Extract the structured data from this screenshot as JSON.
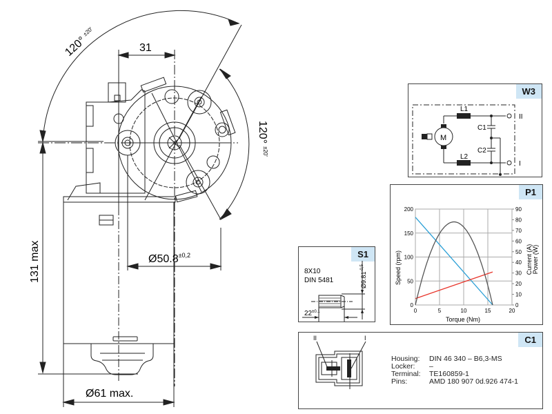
{
  "drawing": {
    "angle_top": {
      "value": "120°",
      "tolerance": "±20'"
    },
    "angle_right": {
      "value": "120°",
      "tolerance": "±20'"
    },
    "dim_offset": "31",
    "dim_height": "131 max",
    "dim_bolt_circle": {
      "value": "Ø50.8",
      "tolerance": "±0,2"
    },
    "dim_housing_diameter": "Ø61 max."
  },
  "panels": {
    "w3": {
      "badge": "W3",
      "labels": {
        "l1": "L1",
        "l2": "L2",
        "c1": "C1",
        "c2": "C2",
        "motor": "M",
        "terminal_ii": "II",
        "terminal_i": "I"
      }
    },
    "p1": {
      "badge": "P1"
    },
    "s1": {
      "badge": "S1",
      "spline": "8X10",
      "standard": "DIN 5481",
      "diameter": "Ø9.81",
      "diameter_tol": "-0,5",
      "length": "22",
      "length_tol": "±0.1"
    },
    "c1": {
      "badge": "C1",
      "pin_labels": {
        "ii": "II",
        "i": "I"
      },
      "rows": [
        {
          "key": "Housing:",
          "value": "DIN 46 340 – B6,3-MS"
        },
        {
          "key": "Locker:",
          "value": "–"
        },
        {
          "key": "Terminal:",
          "value": "TE160859-1"
        },
        {
          "key": "Pins:",
          "value": "AMD 180 907 0d.926 474-1"
        }
      ]
    }
  },
  "chart_data": {
    "type": "line",
    "title": "P1",
    "xlabel": "Torque (Nm)",
    "ylabel": "Speed (rpm)",
    "y2label": [
      "Current (A)",
      "Power (W)"
    ],
    "xlim": [
      0,
      20
    ],
    "ylim": [
      0,
      200
    ],
    "y2lim": [
      0,
      90
    ],
    "xticks": [
      0,
      5,
      10,
      15,
      20
    ],
    "yticks": [
      0,
      50,
      100,
      150,
      200
    ],
    "y2ticks": [
      0,
      10,
      20,
      30,
      40,
      50,
      60,
      70,
      80,
      90
    ],
    "grid": true,
    "series": [
      {
        "name": "Speed",
        "axis": "left",
        "color": "#2a9fd6",
        "x": [
          0,
          16
        ],
        "y": [
          183,
          0
        ]
      },
      {
        "name": "Current",
        "axis": "right",
        "color": "#e8342a",
        "x": [
          0,
          16
        ],
        "y": [
          6,
          31
        ]
      },
      {
        "name": "Power",
        "axis": "right",
        "color": "#555555",
        "shape": "parabola",
        "x": [
          0,
          2,
          4,
          6,
          8,
          10,
          12,
          14,
          16
        ],
        "y": [
          0,
          34,
          59,
          73,
          78,
          73,
          59,
          34,
          0
        ]
      }
    ]
  }
}
